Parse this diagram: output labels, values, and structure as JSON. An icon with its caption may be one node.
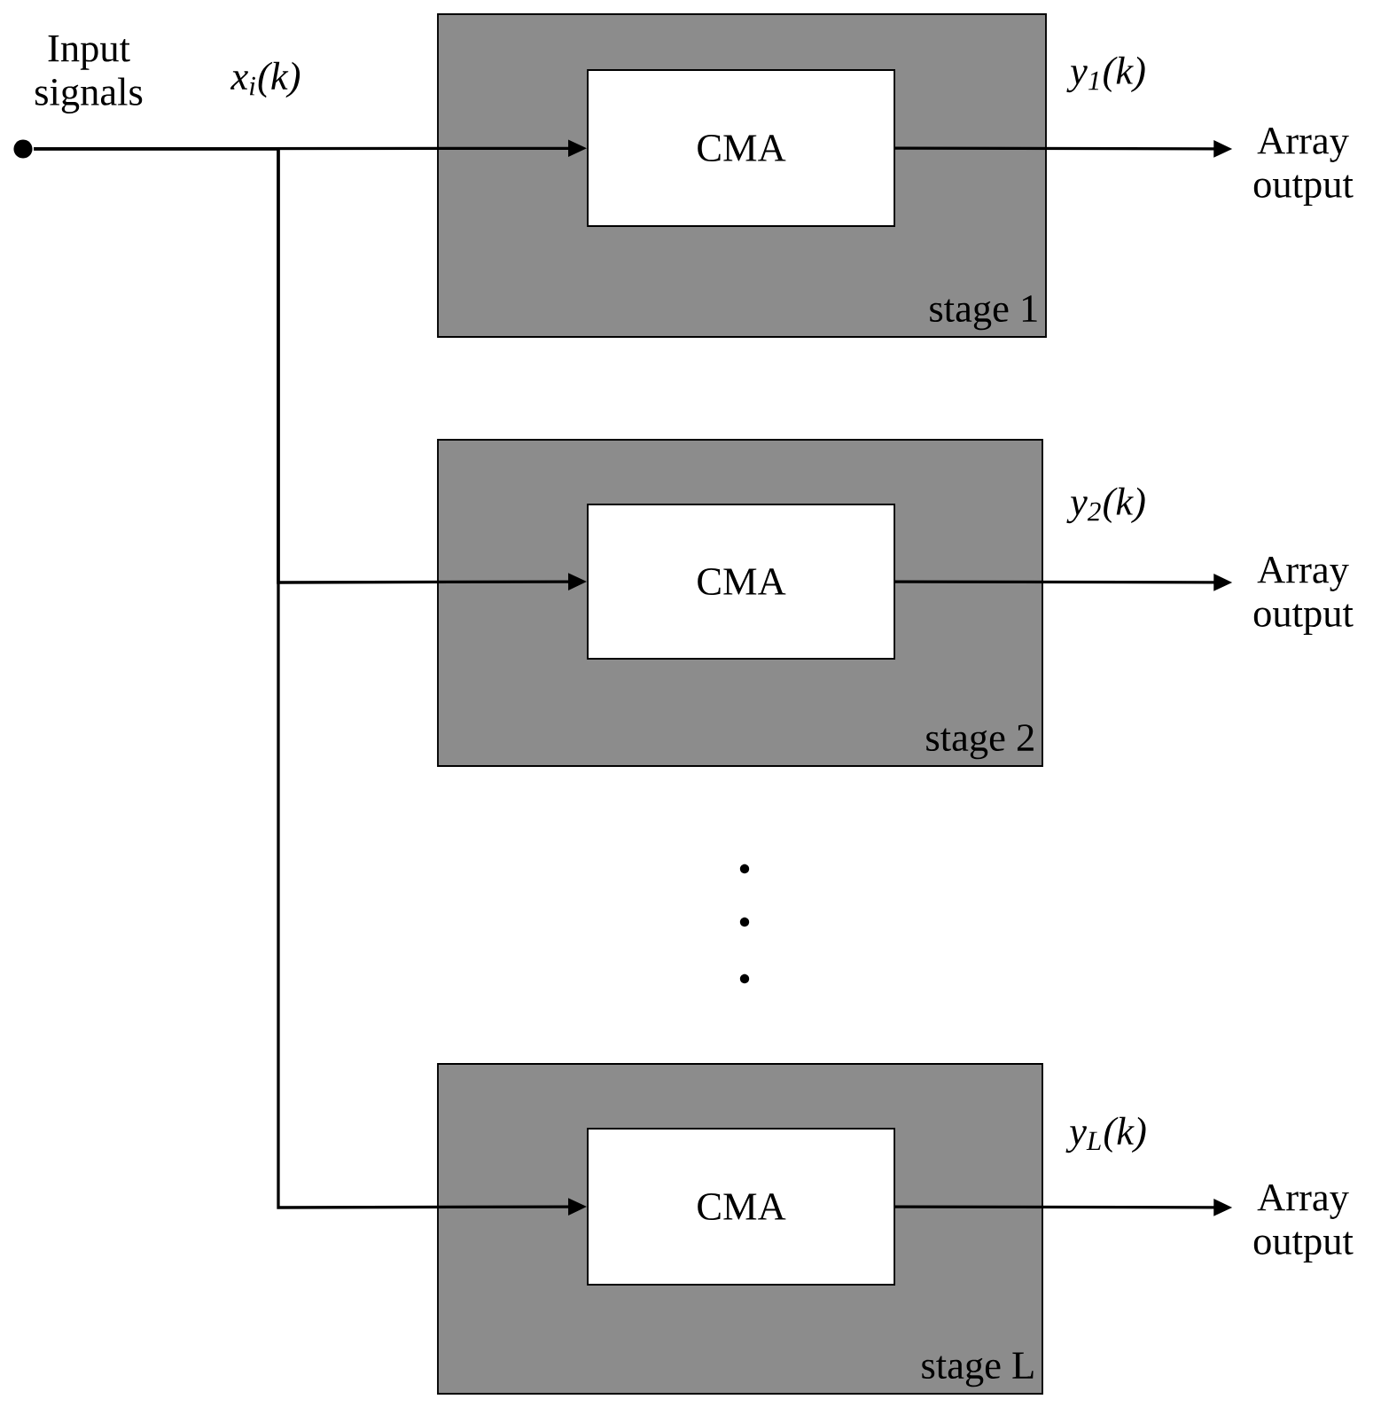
{
  "diagram": {
    "nodes": [
      {
        "text": [],
        "shape": "circle",
        "beside": [
          "Input signals"
        ]
      },
      {
        "text": [
          "stage 1"
        ]
      },
      {
        "text": [
          "CMA"
        ],
        "in": 1
      },
      {
        "text": [
          "Array output"
        ]
      },
      {
        "text": [
          "stage 2"
        ]
      },
      {
        "text": [
          "CMA"
        ],
        "in": 4
      },
      {
        "text": [
          "Array output"
        ]
      },
      {
        "text": [
          "stage L"
        ]
      },
      {
        "text": [
          "CMA"
        ],
        "in": 7
      },
      {
        "text": [
          "Array output"
        ]
      }
    ],
    "edges": [
      {
        "from": 0,
        "to": 2,
        "arrow": "to",
        "label": "x$_{i}$(k)"
      },
      {
        "from": 0,
        "to": 5,
        "arrow": "to"
      },
      {
        "from": 0,
        "to": 8,
        "arrow": "to"
      },
      {
        "from": 2,
        "to": 3,
        "arrow": "to",
        "label": "y$_{1}$(k)"
      },
      {
        "from": 5,
        "to": 6,
        "arrow": "to",
        "label": "y$_{2}$(k)"
      },
      {
        "from": 8,
        "to": 9,
        "arrow": "to",
        "label": "y$_{L}$(k)"
      }
    ]
  }
}
